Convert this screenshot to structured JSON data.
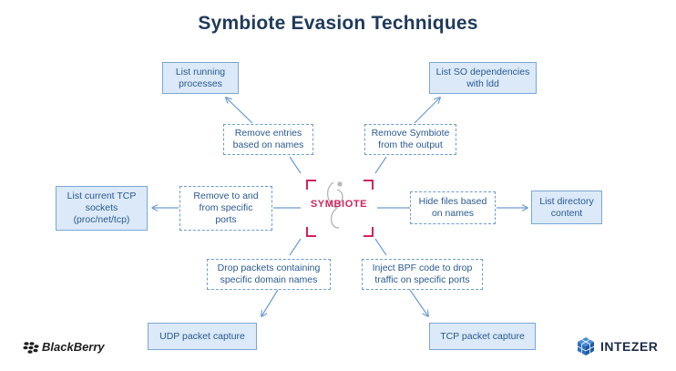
{
  "title": "Symbiote Evasion Techniques",
  "center_label": "SYMBIOTE",
  "outer_nodes": {
    "list_running_processes": "List running\nprocesses",
    "list_so_dependencies": "List SO dependencies\nwith ldd",
    "list_current_tcp": "List current TCP\nsockets\n(proc/net/tcp)",
    "list_directory_content": "List directory\ncontent",
    "udp_packet_capture": "UDP packet capture",
    "tcp_packet_capture": "TCP packet capture"
  },
  "techniques": {
    "remove_entries": "Remove entries\nbased on names",
    "remove_symbiote": "Remove Symbiote\nfrom the output",
    "remove_ports": "Remove to and\nfrom specific\nports",
    "hide_files": "Hide files based\non names",
    "drop_packets": "Drop packets containing\nspecific domain names",
    "inject_bpf": "Inject BPF code to drop\ntraffic on specific ports"
  },
  "logos": {
    "left": "BlackBerry",
    "right": "INTEZER"
  },
  "colors": {
    "title": "#1f3a5a",
    "box_fill": "#dbe9f8",
    "box_border": "#7aa7d6",
    "line": "#6f9ccf",
    "accent": "#d1245f"
  }
}
